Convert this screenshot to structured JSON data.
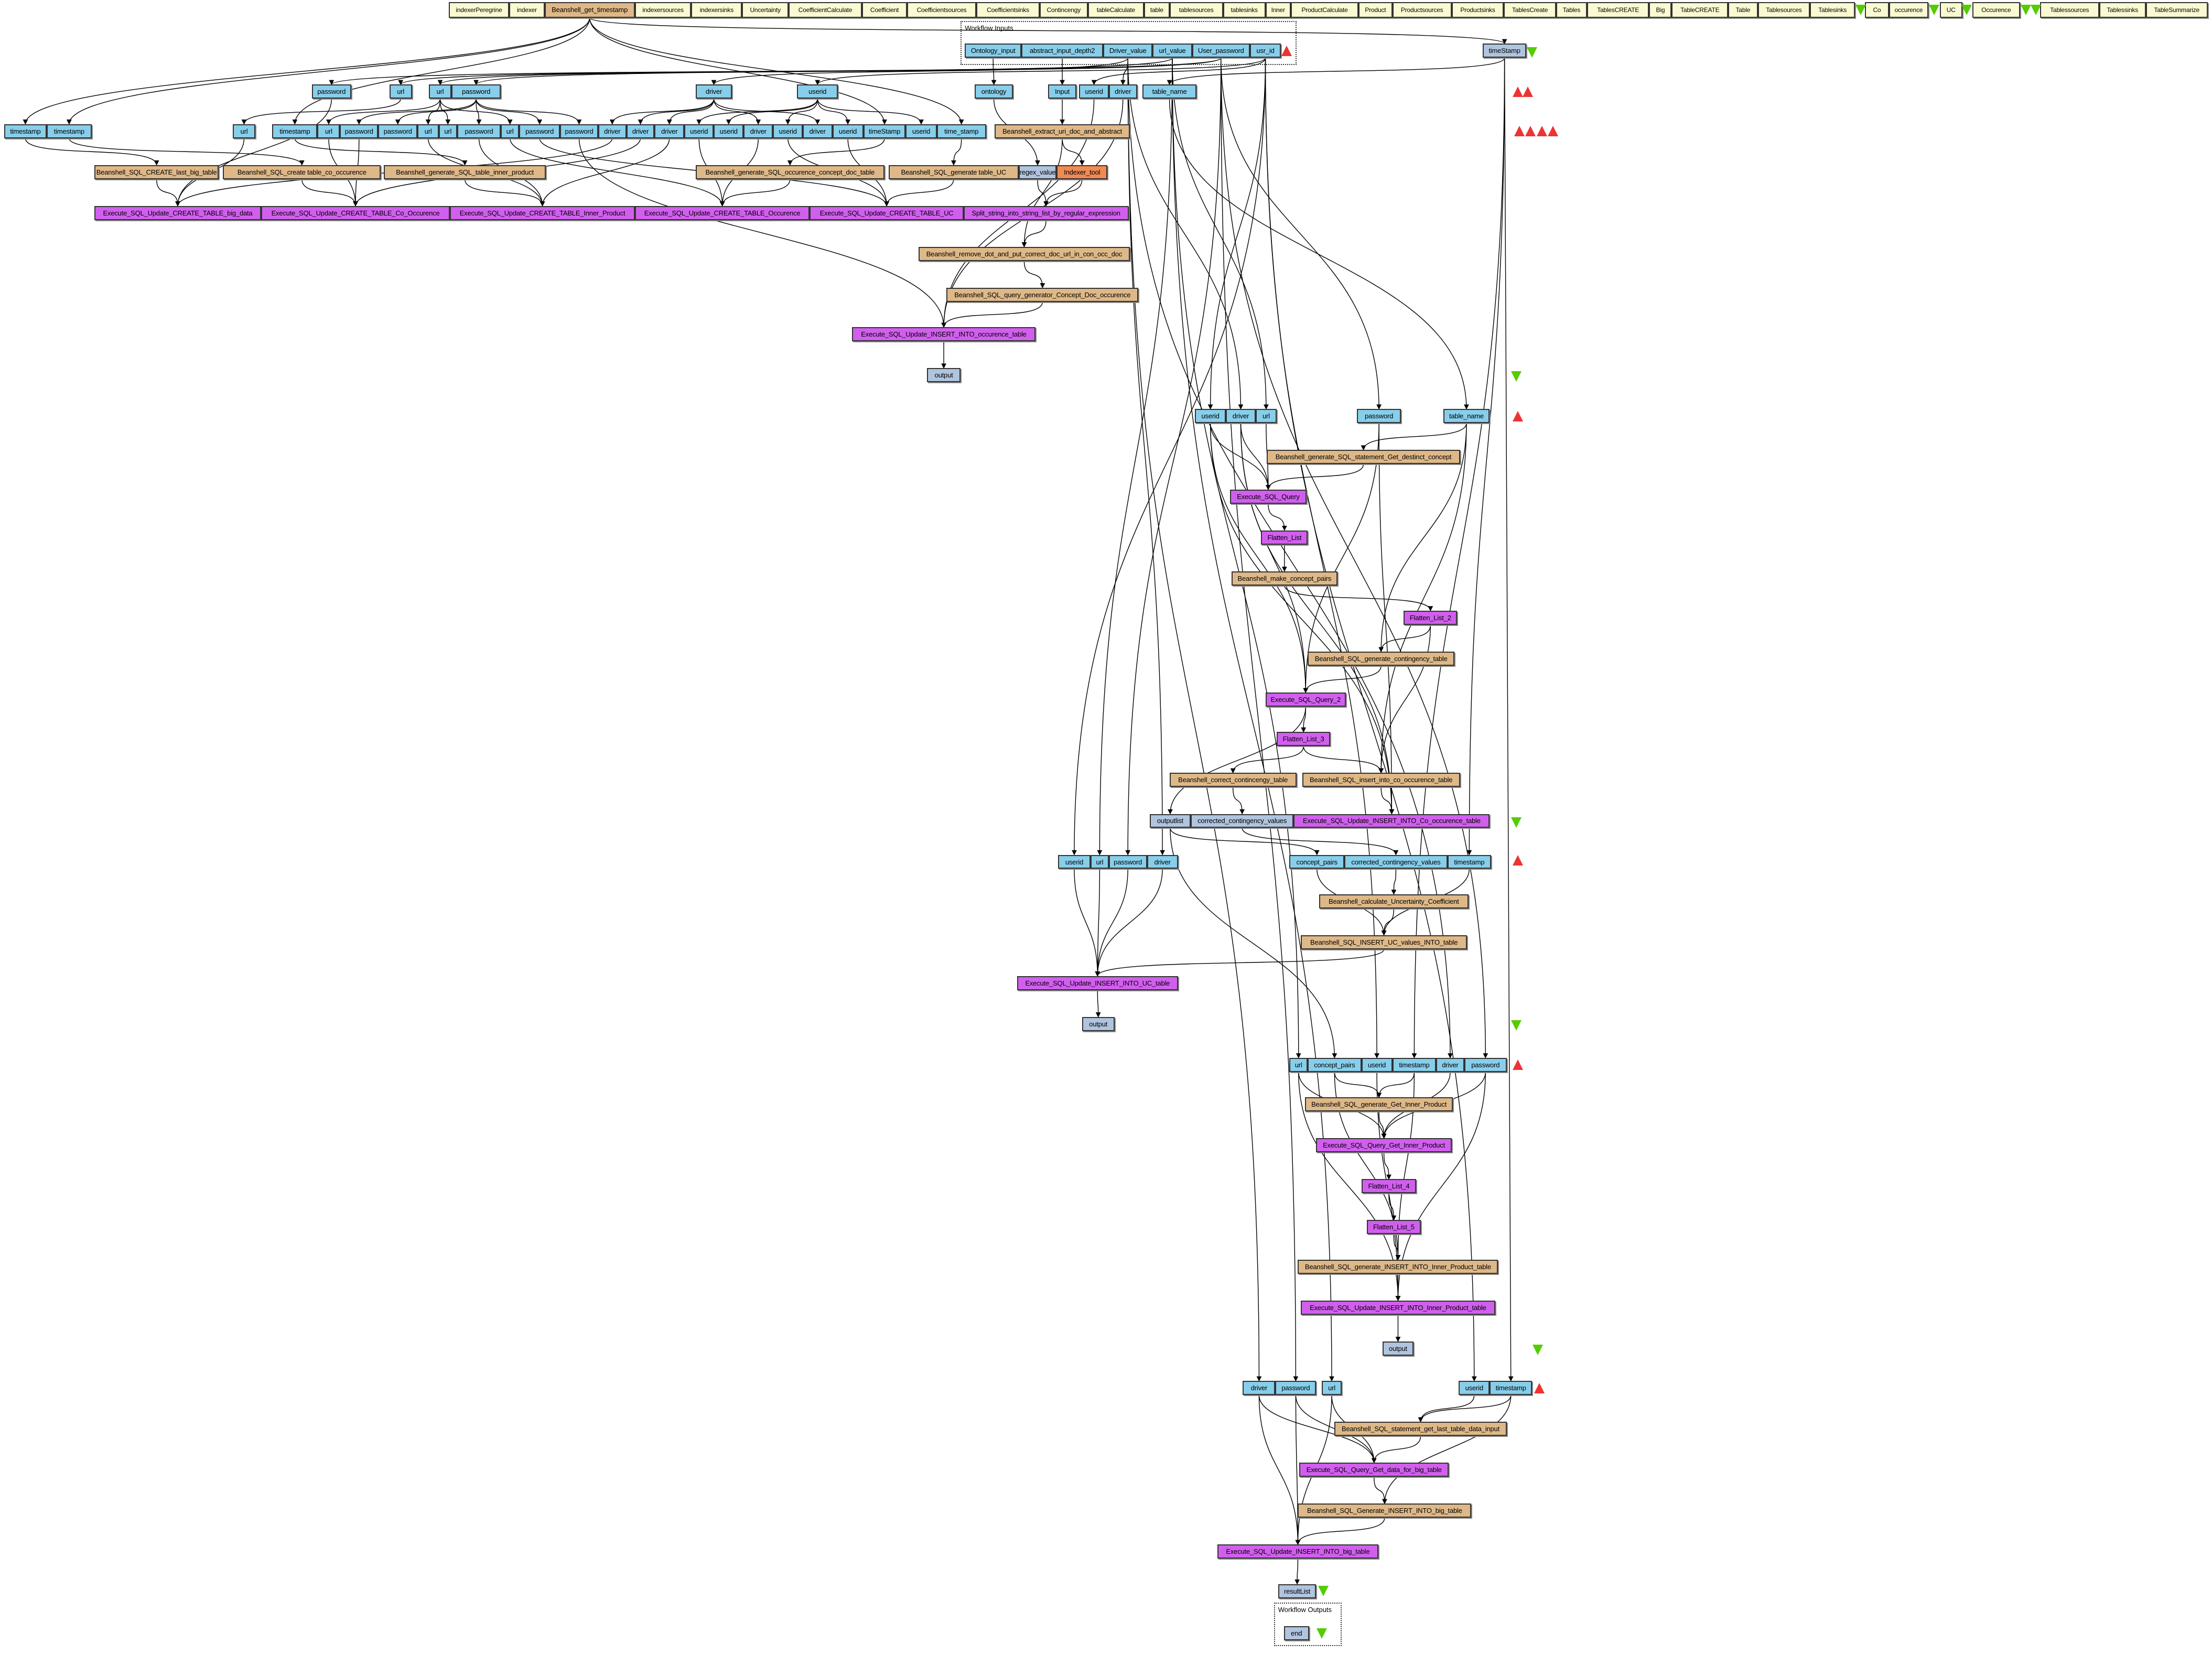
{
  "colors": {
    "nested_workflow": "#fafad2",
    "beanshell": "#deb887",
    "workflow_port": "#87ceeb",
    "local_worker": "#d15fee",
    "constant": "#b0c4de",
    "tool": "#f08a52",
    "input_marker": "#e33333",
    "output_marker": "#55cc00"
  },
  "markers": {
    "input_marker_icon": "red-triangle-up-icon",
    "output_marker_icon": "green-triangle-down-icon"
  },
  "groups": [
    {
      "id": "inputs",
      "title": "Workflow Inputs"
    },
    {
      "id": "outputs",
      "title": "Workflow Outputs"
    }
  ],
  "nodes": [
    {
      "id": "t1",
      "label": "indexerPeregrine",
      "kind": "nested"
    },
    {
      "id": "t2",
      "label": "indexer",
      "kind": "nested"
    },
    {
      "id": "t3",
      "label": "Beanshell_get_timestamp",
      "kind": "beanshell"
    },
    {
      "id": "t4",
      "label": "indexersources",
      "kind": "nested"
    },
    {
      "id": "t5",
      "label": "indexersinks",
      "kind": "nested"
    },
    {
      "id": "t6",
      "label": "Uncertainty",
      "kind": "nested"
    },
    {
      "id": "t7",
      "label": "CoefficientCalculate",
      "kind": "nested"
    },
    {
      "id": "t8",
      "label": "Coefficient",
      "kind": "nested"
    },
    {
      "id": "t9",
      "label": "Coefficientsources",
      "kind": "nested"
    },
    {
      "id": "t10",
      "label": "Coefficientsinks",
      "kind": "nested"
    },
    {
      "id": "t11",
      "label": "Contincengy",
      "kind": "nested"
    },
    {
      "id": "t12",
      "label": "tableCalculate",
      "kind": "nested"
    },
    {
      "id": "t13",
      "label": "table",
      "kind": "nested"
    },
    {
      "id": "t14",
      "label": "tablesources",
      "kind": "nested"
    },
    {
      "id": "t15",
      "label": "tablesinks",
      "kind": "nested"
    },
    {
      "id": "t16",
      "label": "Inner",
      "kind": "nested"
    },
    {
      "id": "t17",
      "label": "ProductCalculate",
      "kind": "nested"
    },
    {
      "id": "t18",
      "label": "Product",
      "kind": "nested"
    },
    {
      "id": "t19",
      "label": "Productsources",
      "kind": "nested"
    },
    {
      "id": "t20",
      "label": "Productsinks",
      "kind": "nested"
    },
    {
      "id": "t21",
      "label": "TablesCreate",
      "kind": "nested"
    },
    {
      "id": "t22",
      "label": "Tables",
      "kind": "nested"
    },
    {
      "id": "t23",
      "label": "TablesCREATE",
      "kind": "nested"
    },
    {
      "id": "t24",
      "label": "Big",
      "kind": "nested"
    },
    {
      "id": "t25",
      "label": "TableCREATE",
      "kind": "nested"
    },
    {
      "id": "t26",
      "label": "Table",
      "kind": "nested"
    },
    {
      "id": "t27",
      "label": "Tablesources",
      "kind": "nested"
    },
    {
      "id": "t28",
      "label": "Tablesinks",
      "kind": "nested"
    },
    {
      "id": "t29",
      "label": "Co",
      "kind": "nested"
    },
    {
      "id": "t30",
      "label": "occurence",
      "kind": "nested"
    },
    {
      "id": "t31",
      "label": "UC",
      "kind": "nested"
    },
    {
      "id": "t32",
      "label": "Occurence",
      "kind": "nested"
    },
    {
      "id": "t33",
      "label": "Tablessources",
      "kind": "nested"
    },
    {
      "id": "t34",
      "label": "Tablessinks",
      "kind": "nested"
    },
    {
      "id": "t35",
      "label": "TableSummarize",
      "kind": "nested"
    },
    {
      "id": "i1",
      "label": "Ontology_input",
      "kind": "port"
    },
    {
      "id": "i2",
      "label": "abstract_input_depth2",
      "kind": "port"
    },
    {
      "id": "i3",
      "label": "Driver_value",
      "kind": "port"
    },
    {
      "id": "i4",
      "label": "url_value",
      "kind": "port"
    },
    {
      "id": "i5",
      "label": "User_password",
      "kind": "port"
    },
    {
      "id": "i6",
      "label": "usr_id",
      "kind": "port"
    },
    {
      "id": "ts",
      "label": "timeStamp",
      "kind": "constant"
    },
    {
      "id": "a1",
      "label": "password",
      "kind": "port"
    },
    {
      "id": "a2",
      "label": "url",
      "kind": "port"
    },
    {
      "id": "a3",
      "label": "url",
      "kind": "port"
    },
    {
      "id": "a4",
      "label": "password",
      "kind": "port"
    },
    {
      "id": "a5",
      "label": "driver",
      "kind": "port"
    },
    {
      "id": "a6",
      "label": "userid",
      "kind": "port"
    },
    {
      "id": "a7",
      "label": "ontology",
      "kind": "port"
    },
    {
      "id": "a8",
      "label": "Input",
      "kind": "port"
    },
    {
      "id": "a9",
      "label": "userid",
      "kind": "port"
    },
    {
      "id": "a10",
      "label": "driver",
      "kind": "port"
    },
    {
      "id": "a11",
      "label": "table_name",
      "kind": "port"
    },
    {
      "id": "b1",
      "label": "timestamp",
      "kind": "port"
    },
    {
      "id": "b2",
      "label": "timestamp",
      "kind": "port"
    },
    {
      "id": "b3",
      "label": "url",
      "kind": "port"
    },
    {
      "id": "b4",
      "label": "timestamp",
      "kind": "port"
    },
    {
      "id": "b5",
      "label": "url",
      "kind": "port"
    },
    {
      "id": "b6",
      "label": "password",
      "kind": "port"
    },
    {
      "id": "b7",
      "label": "password",
      "kind": "port"
    },
    {
      "id": "b8",
      "label": "url",
      "kind": "port"
    },
    {
      "id": "b9",
      "label": "url",
      "kind": "port"
    },
    {
      "id": "b10",
      "label": "password",
      "kind": "port"
    },
    {
      "id": "b11",
      "label": "url",
      "kind": "port"
    },
    {
      "id": "b12",
      "label": "password",
      "kind": "port"
    },
    {
      "id": "b13",
      "label": "password",
      "kind": "port"
    },
    {
      "id": "b14",
      "label": "driver",
      "kind": "port"
    },
    {
      "id": "b15",
      "label": "driver",
      "kind": "port"
    },
    {
      "id": "b16",
      "label": "driver",
      "kind": "port"
    },
    {
      "id": "b17",
      "label": "userid",
      "kind": "port"
    },
    {
      "id": "b18",
      "label": "userid",
      "kind": "port"
    },
    {
      "id": "b19",
      "label": "driver",
      "kind": "port"
    },
    {
      "id": "b20",
      "label": "userid",
      "kind": "port"
    },
    {
      "id": "b21",
      "label": "driver",
      "kind": "port"
    },
    {
      "id": "b22",
      "label": "userid",
      "kind": "port"
    },
    {
      "id": "b23",
      "label": "timeStamp",
      "kind": "port"
    },
    {
      "id": "b24",
      "label": "userid",
      "kind": "port"
    },
    {
      "id": "b25",
      "label": "time_stamp",
      "kind": "port"
    },
    {
      "id": "b26",
      "label": "Beanshell_extract_uri_doc_and_abstract",
      "kind": "beanshell"
    },
    {
      "id": "c1",
      "label": "Beanshell_SQL_CREATE_last_big_table",
      "kind": "beanshell"
    },
    {
      "id": "c2",
      "label": "Beanshell_SQL_create table_co_occurence",
      "kind": "beanshell"
    },
    {
      "id": "c3",
      "label": "Beanshell_generate_SQL_table_inner_product",
      "kind": "beanshell"
    },
    {
      "id": "c4",
      "label": "Beanshell_generate_SQL_occurence_concept_doc_table",
      "kind": "beanshell"
    },
    {
      "id": "c5",
      "label": "Beanshell_SQL_generate table_UC",
      "kind": "beanshell"
    },
    {
      "id": "c6",
      "label": "regex_value",
      "kind": "constant"
    },
    {
      "id": "c7",
      "label": "Indexer_tool",
      "kind": "tool"
    },
    {
      "id": "d1",
      "label": "Execute_SQL_Update_CREATE_TABLE_big_data",
      "kind": "local"
    },
    {
      "id": "d2",
      "label": "Execute_SQL_Update_CREATE_TABLE_Co_Occurence",
      "kind": "local"
    },
    {
      "id": "d3",
      "label": "Execute_SQL_Update_CREATE_TABLE_Inner_Product",
      "kind": "local"
    },
    {
      "id": "d4",
      "label": "Execute_SQL_Update_CREATE_TABLE_Occurence",
      "kind": "local"
    },
    {
      "id": "d5",
      "label": "Execute_SQL_Update_CREATE_TABLE_UC",
      "kind": "local"
    },
    {
      "id": "d6",
      "label": "Split_string_into_string_list_by_regular_expression",
      "kind": "local"
    },
    {
      "id": "e1",
      "label": "Beanshell_remove_dot_and_put_correct_doc_url_in_con_occ_doc",
      "kind": "beanshell"
    },
    {
      "id": "e2",
      "label": "Beanshell_SQL_query_generator_Concept_Doc_occurence",
      "kind": "beanshell"
    },
    {
      "id": "e3",
      "label": "Execute_SQL_Update_INSERT_INTO_occurence_table",
      "kind": "local"
    },
    {
      "id": "e4",
      "label": "output",
      "kind": "constant"
    },
    {
      "id": "f1",
      "label": "userid",
      "kind": "port"
    },
    {
      "id": "f2",
      "label": "driver",
      "kind": "port"
    },
    {
      "id": "f3",
      "label": "url",
      "kind": "port"
    },
    {
      "id": "f4",
      "label": "password",
      "kind": "port"
    },
    {
      "id": "f5",
      "label": "table_name",
      "kind": "port"
    },
    {
      "id": "g1",
      "label": "Beanshell_generate_SQL_statement_Get_destinct_concept",
      "kind": "beanshell"
    },
    {
      "id": "g2",
      "label": "Execute_SQL_Query",
      "kind": "local"
    },
    {
      "id": "g3",
      "label": "Flatten_List",
      "kind": "local"
    },
    {
      "id": "g4",
      "label": "Beanshell_make_concept_pairs",
      "kind": "beanshell"
    },
    {
      "id": "g5",
      "label": "Flatten_List_2",
      "kind": "local"
    },
    {
      "id": "g6",
      "label": "Beanshell_SQL_generate_contingency_table",
      "kind": "beanshell"
    },
    {
      "id": "g7",
      "label": "Execute_SQL_Query_2",
      "kind": "local"
    },
    {
      "id": "g8",
      "label": "Flatten_List_3",
      "kind": "local"
    },
    {
      "id": "g9",
      "label": "Beanshell_correct_contincengy_table",
      "kind": "beanshell"
    },
    {
      "id": "g10",
      "label": "Beanshell_SQL_insert_into_co_occurence_table",
      "kind": "beanshell"
    },
    {
      "id": "g11",
      "label": "outputlist",
      "kind": "constant"
    },
    {
      "id": "g12",
      "label": "corrected_contingency_values",
      "kind": "constant"
    },
    {
      "id": "g13",
      "label": "Execute_SQL_Update_INSERT_INTO_Co_occurence_table",
      "kind": "local"
    },
    {
      "id": "h1",
      "label": "userid",
      "kind": "port"
    },
    {
      "id": "h2",
      "label": "url",
      "kind": "port"
    },
    {
      "id": "h3",
      "label": "password",
      "kind": "port"
    },
    {
      "id": "h4",
      "label": "driver",
      "kind": "port"
    },
    {
      "id": "h5",
      "label": "concept_pairs",
      "kind": "port"
    },
    {
      "id": "h6",
      "label": "corrected_contingency_values",
      "kind": "port"
    },
    {
      "id": "h7",
      "label": "timestamp",
      "kind": "port"
    },
    {
      "id": "h8",
      "label": "Beanshell_calculate_Uncertainty_Coefficient",
      "kind": "beanshell"
    },
    {
      "id": "h9",
      "label": "Beanshell_SQL_INSERT_UC_values_INTO_table",
      "kind": "beanshell"
    },
    {
      "id": "h10",
      "label": "Execute_SQL_Update_INSERT_INTO_UC_table",
      "kind": "local"
    },
    {
      "id": "h11",
      "label": "output",
      "kind": "constant"
    },
    {
      "id": "k1",
      "label": "url",
      "kind": "port"
    },
    {
      "id": "k2",
      "label": "concept_pairs",
      "kind": "port"
    },
    {
      "id": "k3",
      "label": "userid",
      "kind": "port"
    },
    {
      "id": "k4",
      "label": "timestamp",
      "kind": "port"
    },
    {
      "id": "k5",
      "label": "driver",
      "kind": "port"
    },
    {
      "id": "k6",
      "label": "password",
      "kind": "port"
    },
    {
      "id": "k7",
      "label": "Beanshell_SQL_generate_Get_Inner_Product",
      "kind": "beanshell"
    },
    {
      "id": "k8",
      "label": "Execute_SQL_Query_Get_Inner_Product",
      "kind": "local"
    },
    {
      "id": "k9",
      "label": "Flatten_List_4",
      "kind": "local"
    },
    {
      "id": "k10",
      "label": "Flatten_List_5",
      "kind": "local"
    },
    {
      "id": "k11",
      "label": "Beanshell_SQL_generate_INSERT_INTO_Inner_Product_table",
      "kind": "beanshell"
    },
    {
      "id": "k12",
      "label": "Execute_SQL_Update_INSERT_INTO_Inner_Product_table",
      "kind": "local"
    },
    {
      "id": "k13",
      "label": "output",
      "kind": "constant"
    },
    {
      "id": "m1",
      "label": "driver",
      "kind": "port"
    },
    {
      "id": "m2",
      "label": "password",
      "kind": "port"
    },
    {
      "id": "m3",
      "label": "url",
      "kind": "port"
    },
    {
      "id": "m4",
      "label": "userid",
      "kind": "port"
    },
    {
      "id": "m5",
      "label": "timestamp",
      "kind": "port"
    },
    {
      "id": "m6",
      "label": "Beanshell_SQL_statement_get_last_table_data_input",
      "kind": "beanshell"
    },
    {
      "id": "m7",
      "label": "Execute_SQL_Query_Get_data_for_big_table",
      "kind": "local"
    },
    {
      "id": "m8",
      "label": "Beanshell_SQL_Generate_INSERT_INTO_big_table",
      "kind": "beanshell"
    },
    {
      "id": "m9",
      "label": "Execute_SQL_Update_INSERT_INTO_big_table",
      "kind": "local"
    },
    {
      "id": "m10",
      "label": "resultList",
      "kind": "constant"
    },
    {
      "id": "o1",
      "label": "end",
      "kind": "constant"
    }
  ],
  "edges": [
    [
      "t3",
      "b1"
    ],
    [
      "t3",
      "b2"
    ],
    [
      "t3",
      "b4"
    ],
    [
      "t3",
      "b23"
    ],
    [
      "t3",
      "b25"
    ],
    [
      "t3",
      "ts"
    ],
    [
      "i5",
      "a1"
    ],
    [
      "i4",
      "a2"
    ],
    [
      "i4",
      "a3"
    ],
    [
      "i5",
      "a4"
    ],
    [
      "i3",
      "a5"
    ],
    [
      "i6",
      "a6"
    ],
    [
      "i1",
      "a7"
    ],
    [
      "i2",
      "a8"
    ],
    [
      "i6",
      "a9"
    ],
    [
      "i3",
      "a10"
    ],
    [
      "ts",
      "a11"
    ],
    [
      "a2",
      "b3"
    ],
    [
      "a3",
      "b5"
    ],
    [
      "a3",
      "b8"
    ],
    [
      "a3",
      "b9"
    ],
    [
      "a3",
      "b11"
    ],
    [
      "a4",
      "b6"
    ],
    [
      "a4",
      "b7"
    ],
    [
      "a4",
      "b10"
    ],
    [
      "a4",
      "b12"
    ],
    [
      "a4",
      "b13"
    ],
    [
      "a5",
      "b14"
    ],
    [
      "a5",
      "b15"
    ],
    [
      "a5",
      "b16"
    ],
    [
      "a5",
      "b19"
    ],
    [
      "a5",
      "b21"
    ],
    [
      "a6",
      "b17"
    ],
    [
      "a6",
      "b18"
    ],
    [
      "a6",
      "b20"
    ],
    [
      "a6",
      "b22"
    ],
    [
      "a6",
      "b24"
    ],
    [
      "b1",
      "c1"
    ],
    [
      "b2",
      "c2"
    ],
    [
      "b4",
      "c3"
    ],
    [
      "b23",
      "c4"
    ],
    [
      "b25",
      "c5"
    ],
    [
      "a7",
      "c6"
    ],
    [
      "b26",
      "c7"
    ],
    [
      "a8",
      "b26"
    ],
    [
      "c1",
      "d1"
    ],
    [
      "b3",
      "d1"
    ],
    [
      "a1",
      "d1"
    ],
    [
      "b14",
      "d1"
    ],
    [
      "c2",
      "d2"
    ],
    [
      "b5",
      "d2"
    ],
    [
      "b6",
      "d2"
    ],
    [
      "b15",
      "d2"
    ],
    [
      "c3",
      "d3"
    ],
    [
      "b8",
      "d3"
    ],
    [
      "b10",
      "d3"
    ],
    [
      "b16",
      "d3"
    ],
    [
      "c4",
      "d4"
    ],
    [
      "b17",
      "d4"
    ],
    [
      "b19",
      "d4"
    ],
    [
      "b11",
      "d4"
    ],
    [
      "c5",
      "d5"
    ],
    [
      "b20",
      "d5"
    ],
    [
      "b22",
      "d5"
    ],
    [
      "b12",
      "d5"
    ],
    [
      "c6",
      "d6"
    ],
    [
      "c7",
      "d6"
    ],
    [
      "d6",
      "e1"
    ],
    [
      "b26",
      "e1"
    ],
    [
      "e1",
      "e2"
    ],
    [
      "e2",
      "e3"
    ],
    [
      "a9",
      "e3"
    ],
    [
      "a10",
      "e3"
    ],
    [
      "b13",
      "e3"
    ],
    [
      "e3",
      "e4"
    ],
    [
      "i6",
      "f1"
    ],
    [
      "i3",
      "f2"
    ],
    [
      "i4",
      "f3"
    ],
    [
      "i5",
      "f4"
    ],
    [
      "a11",
      "f5"
    ],
    [
      "f5",
      "g1"
    ],
    [
      "g1",
      "g2"
    ],
    [
      "f1",
      "g2"
    ],
    [
      "f2",
      "g2"
    ],
    [
      "f3",
      "g2"
    ],
    [
      "g2",
      "g3"
    ],
    [
      "g3",
      "g4"
    ],
    [
      "g4",
      "g5"
    ],
    [
      "g5",
      "g6"
    ],
    [
      "f5",
      "g6"
    ],
    [
      "g6",
      "g7"
    ],
    [
      "f1",
      "g7"
    ],
    [
      "f2",
      "g7"
    ],
    [
      "f4",
      "g7"
    ],
    [
      "g7",
      "g8"
    ],
    [
      "g8",
      "g9"
    ],
    [
      "g8",
      "g10"
    ],
    [
      "g5",
      "g10"
    ],
    [
      "f5",
      "g10"
    ],
    [
      "g10",
      "g13"
    ],
    [
      "f1",
      "g13"
    ],
    [
      "f2",
      "g13"
    ],
    [
      "f4",
      "g13"
    ],
    [
      "g9",
      "g12"
    ],
    [
      "g7",
      "g11"
    ],
    [
      "g11",
      "h5"
    ],
    [
      "g12",
      "h6"
    ],
    [
      "ts",
      "h7"
    ],
    [
      "i6",
      "h1"
    ],
    [
      "i4",
      "h2"
    ],
    [
      "i5",
      "h3"
    ],
    [
      "i3",
      "h4"
    ],
    [
      "h6",
      "h8"
    ],
    [
      "h8",
      "h9"
    ],
    [
      "h5",
      "h9"
    ],
    [
      "h7",
      "h9"
    ],
    [
      "h9",
      "h10"
    ],
    [
      "h1",
      "h10"
    ],
    [
      "h2",
      "h10"
    ],
    [
      "h3",
      "h10"
    ],
    [
      "h4",
      "h10"
    ],
    [
      "h10",
      "h11"
    ],
    [
      "g11",
      "k2"
    ],
    [
      "ts",
      "k4"
    ],
    [
      "i4",
      "k1"
    ],
    [
      "i6",
      "k3"
    ],
    [
      "i3",
      "k5"
    ],
    [
      "i5",
      "k6"
    ],
    [
      "k2",
      "k7"
    ],
    [
      "k4",
      "k7"
    ],
    [
      "k7",
      "k8"
    ],
    [
      "k1",
      "k8"
    ],
    [
      "k5",
      "k8"
    ],
    [
      "k6",
      "k8"
    ],
    [
      "k8",
      "k9"
    ],
    [
      "k9",
      "k10"
    ],
    [
      "k10",
      "k11"
    ],
    [
      "k2",
      "k11"
    ],
    [
      "k4",
      "k11"
    ],
    [
      "k11",
      "k12"
    ],
    [
      "k1",
      "k12"
    ],
    [
      "k3",
      "k12"
    ],
    [
      "k6",
      "k12"
    ],
    [
      "k12",
      "k13"
    ],
    [
      "i3",
      "m1"
    ],
    [
      "i5",
      "m2"
    ],
    [
      "i4",
      "m3"
    ],
    [
      "i6",
      "m4"
    ],
    [
      "ts",
      "m5"
    ],
    [
      "m4",
      "m6"
    ],
    [
      "m5",
      "m6"
    ],
    [
      "m6",
      "m7"
    ],
    [
      "m1",
      "m7"
    ],
    [
      "m2",
      "m7"
    ],
    [
      "m3",
      "m7"
    ],
    [
      "m7",
      "m8"
    ],
    [
      "m5",
      "m8"
    ],
    [
      "m8",
      "m9"
    ],
    [
      "m1",
      "m9"
    ],
    [
      "m2",
      "m9"
    ],
    [
      "m3",
      "m9"
    ],
    [
      "m9",
      "m10"
    ]
  ]
}
